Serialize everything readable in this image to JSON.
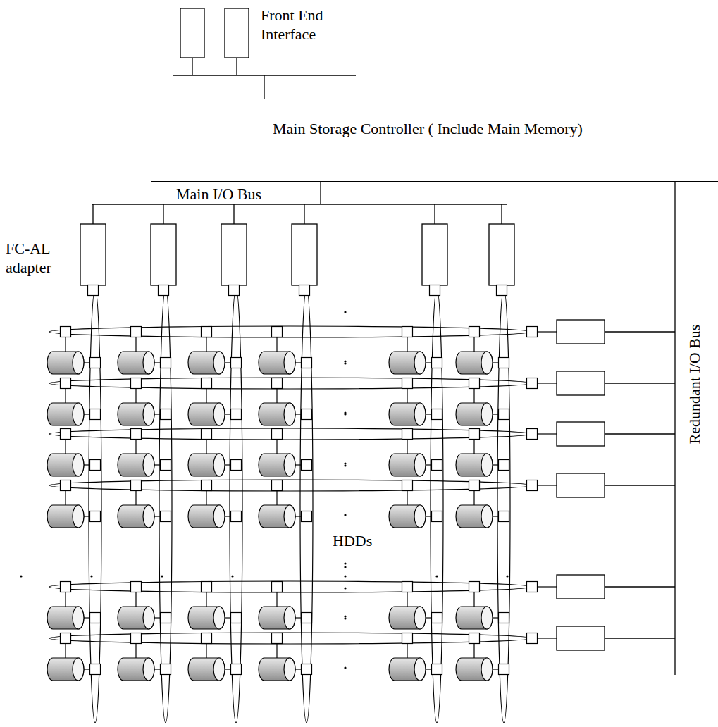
{
  "diagram": {
    "nodes": [
      {
        "text": [
          "Main Storage Controller ( Include Main Memory)"
        ]
      }
    ],
    "labels": [
      "Front End Interface",
      "Main I/O Bus",
      "FC-AL adapter",
      "Redundant I/O Bus",
      "HDDs"
    ]
  }
}
